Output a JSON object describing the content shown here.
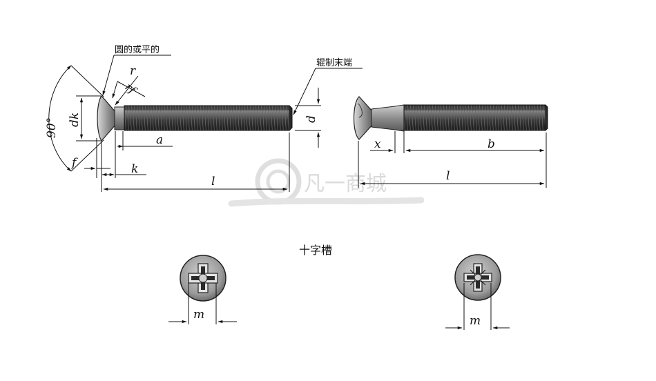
{
  "watermark": {
    "text": "凡一商城"
  },
  "annotations": {
    "head_type": "圆的或平的",
    "rolled_end": "辊制末端",
    "recess": "十字槽"
  },
  "dims": {
    "angle": "90°",
    "dk": "dk",
    "r": "r",
    "rf": "rf",
    "f": "f",
    "k": "k",
    "a": "a",
    "l_left": "l",
    "d": "d",
    "x": "x",
    "b": "b",
    "l_right": "l",
    "m_left": "m",
    "m_right": "m"
  },
  "colors": {
    "line": "#111111",
    "thread_dark": "#2b2b2b",
    "metal_light": "#b9b9b9",
    "metal_mid": "#7d7d7d",
    "watermark": "#d7d7d7"
  }
}
